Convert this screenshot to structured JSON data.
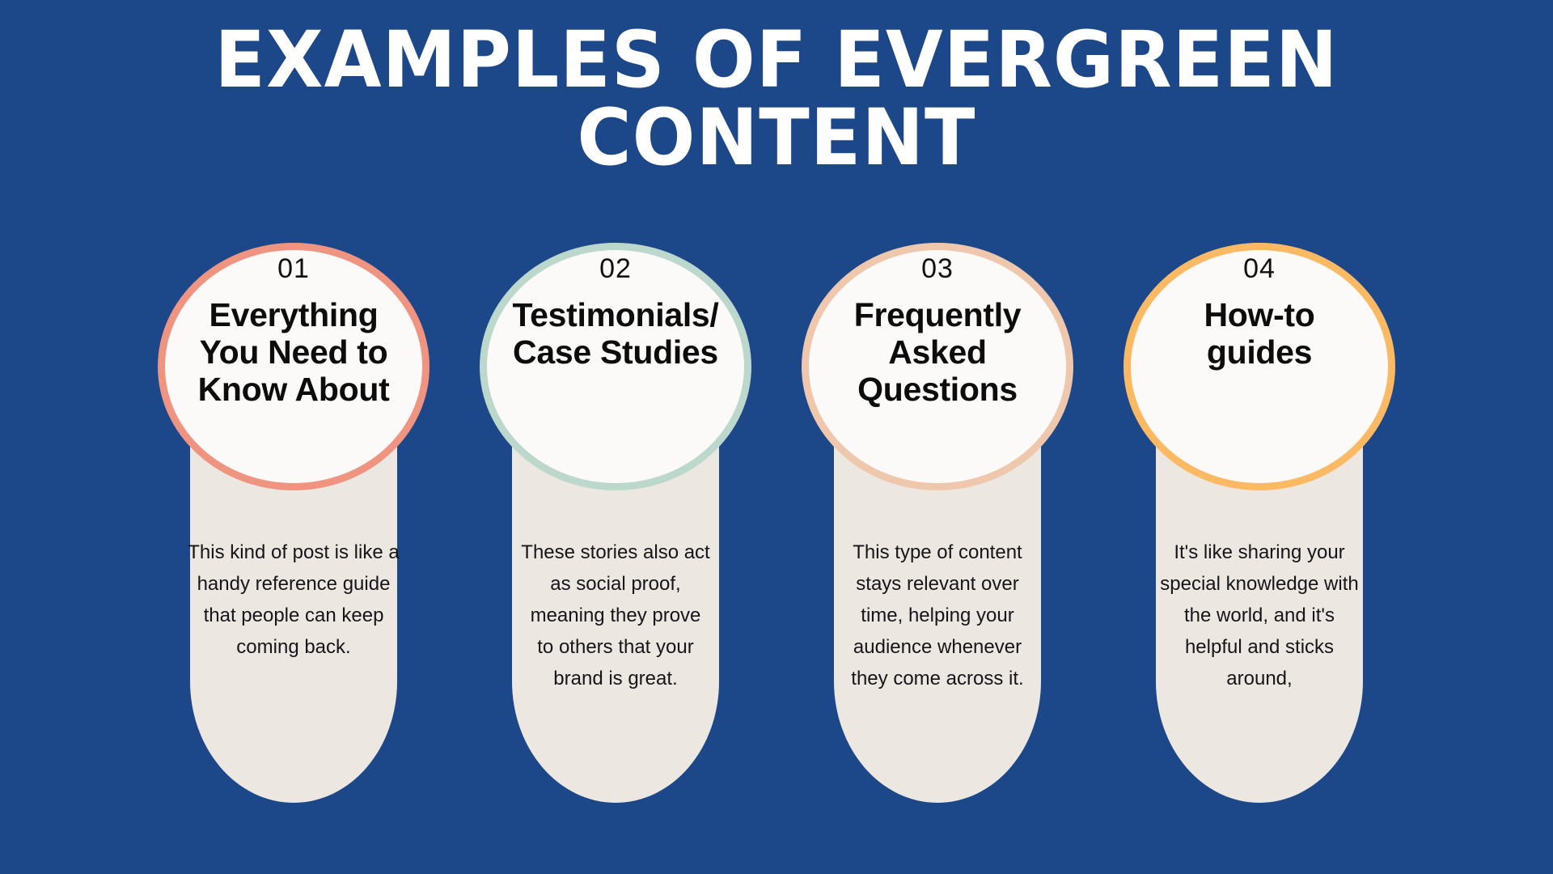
{
  "slide": {
    "background_color": "#1c4788",
    "title": "Examples of Evergreen\nContent",
    "title_color": "#ffffff"
  },
  "cards": [
    {
      "number": "01",
      "heading": "Everything\nYou Need to\nKnow About",
      "body": "This kind of post is like a\nhandy reference guide\nthat people can keep\ncoming back.",
      "ring_color": "#ef9481",
      "circle_color": "#fbfaf8",
      "pill_color": "#ece7e1"
    },
    {
      "number": "02",
      "heading": "Testimonials/\nCase Studies",
      "body": "These stories also act\nas social proof,\nmeaning they prove\nto others that your\nbrand is great.",
      "ring_color": "#bcd7cb",
      "circle_color": "#fbfaf8",
      "pill_color": "#ece7e1"
    },
    {
      "number": "03",
      "heading": "Frequently\nAsked\nQuestions",
      "body": "This type of content\nstays relevant over\ntime, helping your\naudience whenever\nthey come across it.",
      "ring_color": "#eec7ad",
      "circle_color": "#fbfaf8",
      "pill_color": "#ece7e1"
    },
    {
      "number": "04",
      "heading": "How-to\nguides",
      "body": "It's like sharing your\nspecial knowledge with\nthe world, and it's\nhelpful and sticks\naround,",
      "ring_color": "#fbb963",
      "circle_color": "#fbfaf8",
      "pill_color": "#ece7e1"
    }
  ]
}
